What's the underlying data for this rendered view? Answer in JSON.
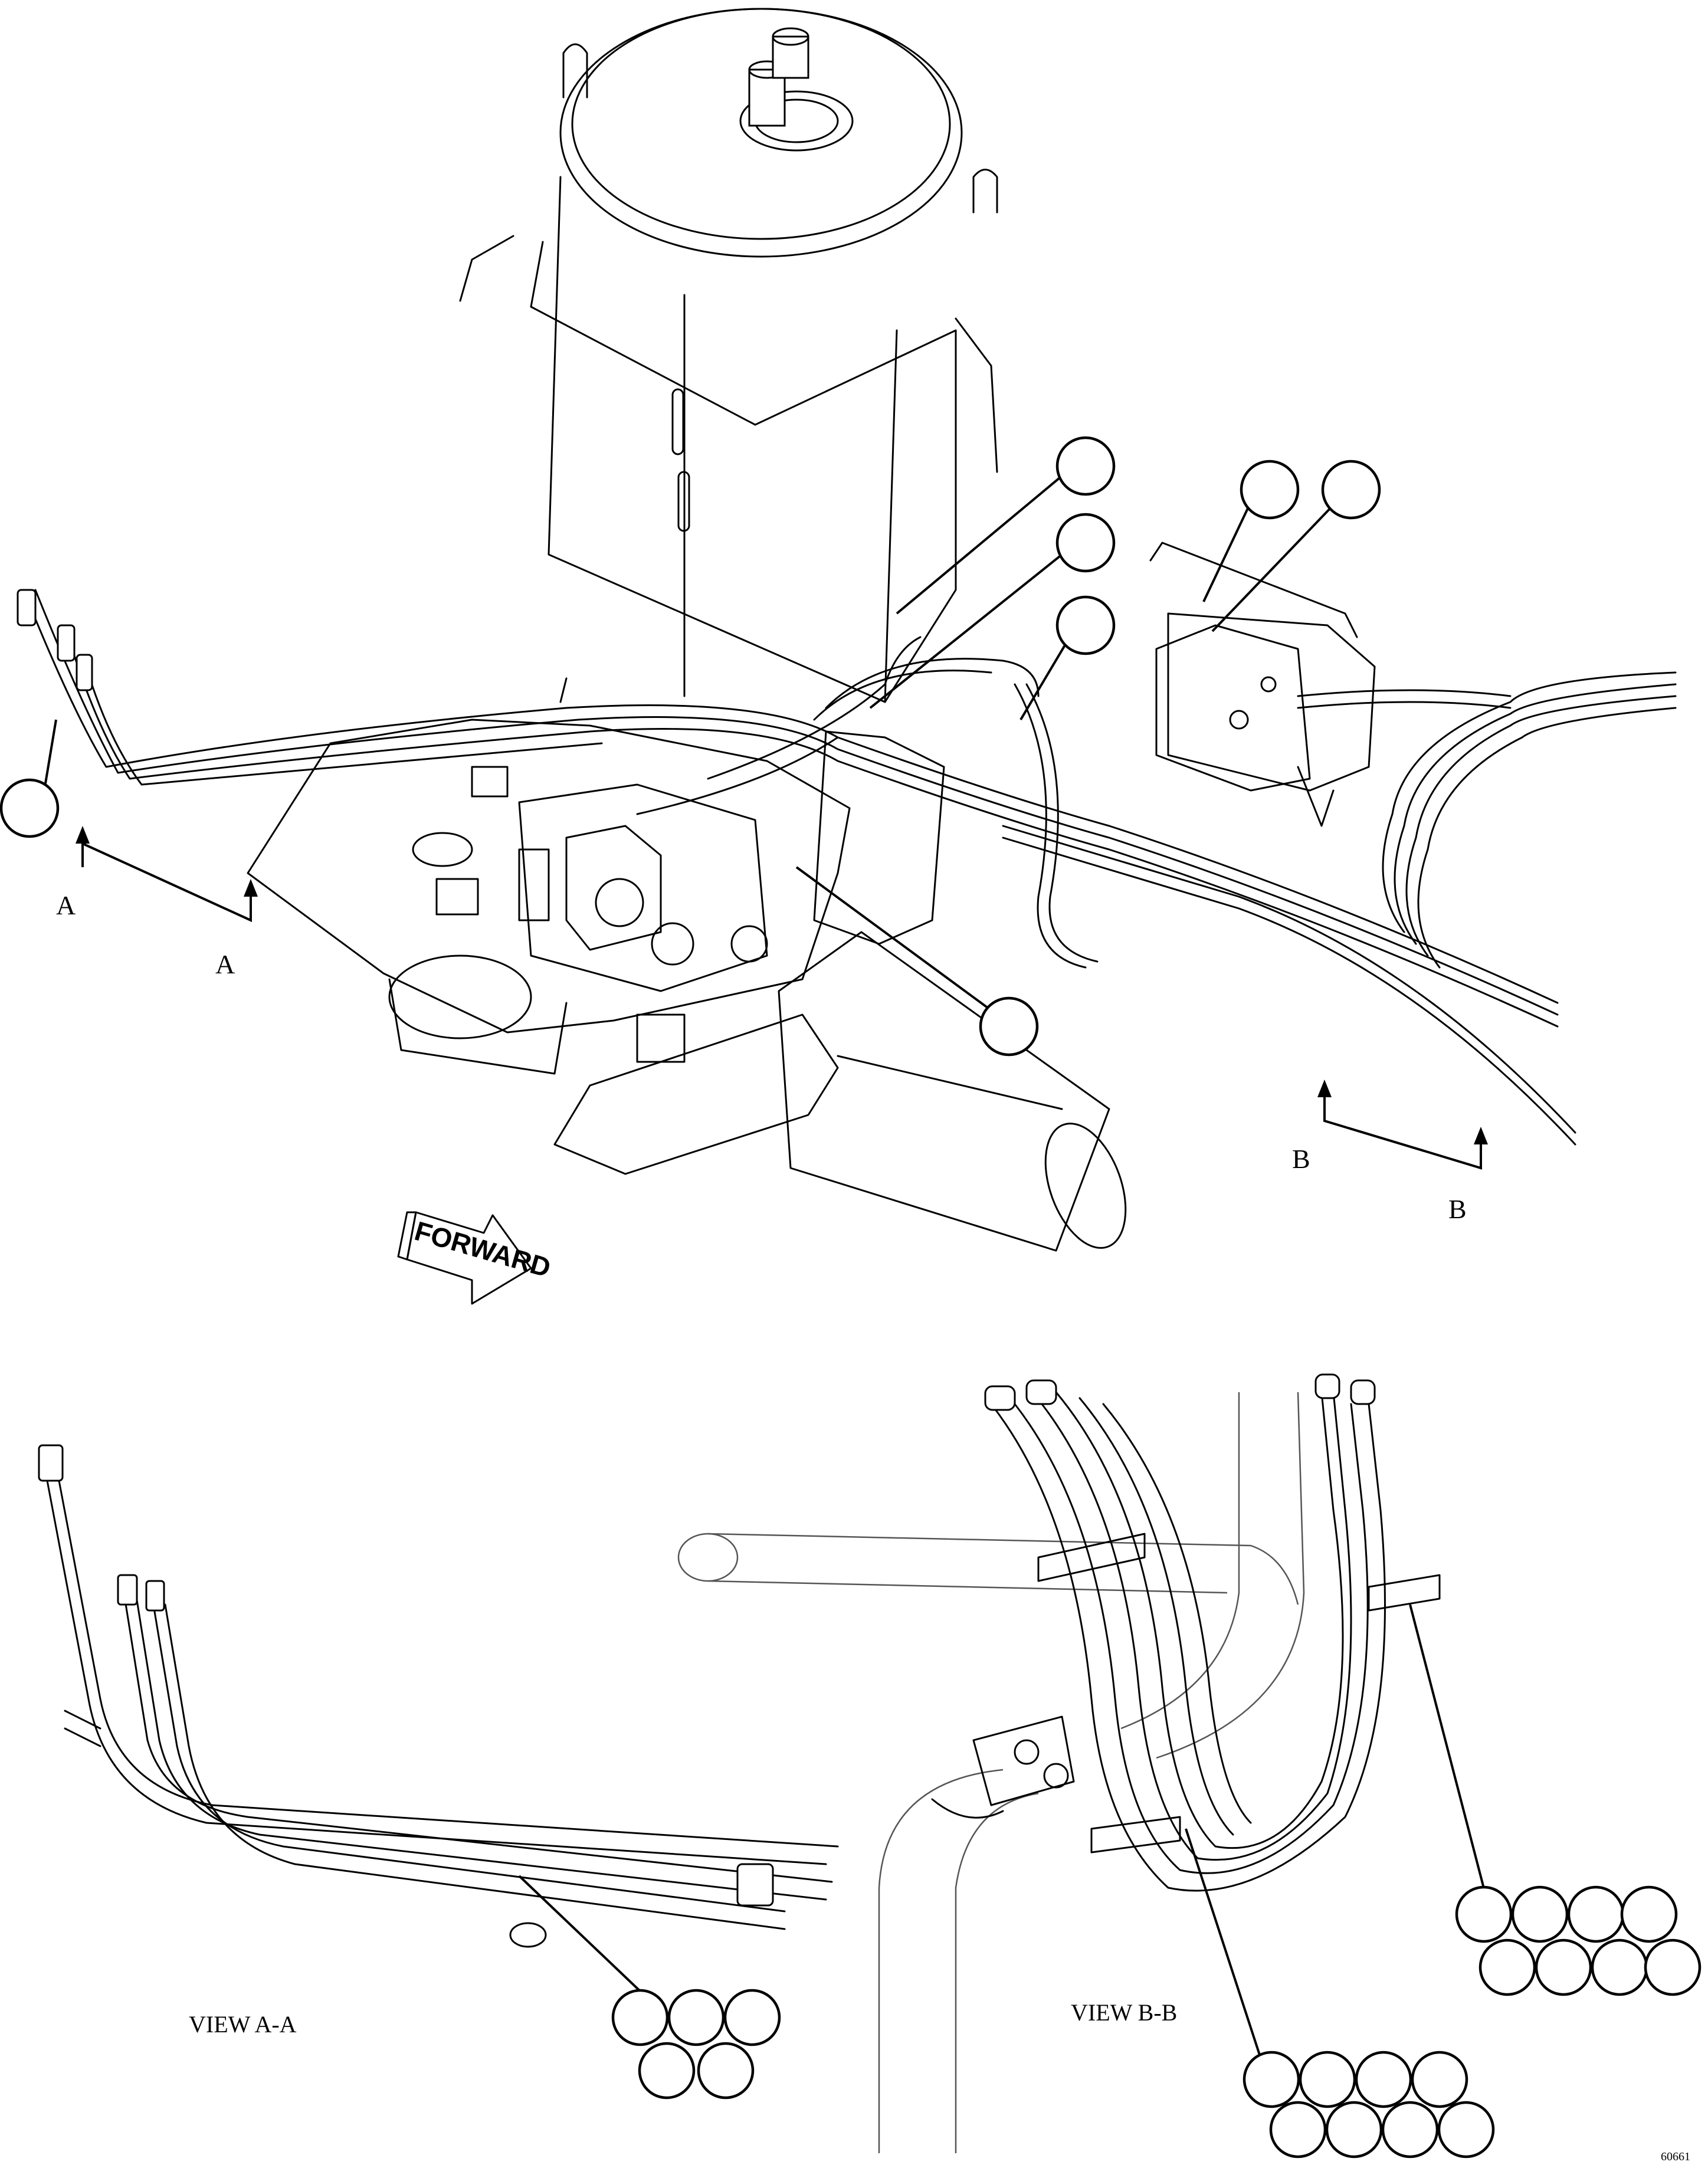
{
  "section_labels": {
    "a_tail": "A",
    "a_head": "A",
    "b_tail": "B",
    "b_head": "B"
  },
  "direction_arrow": {
    "label": "FORWARD"
  },
  "views": {
    "view_aa": "VIEW A-A",
    "view_bb": "VIEW B-B"
  },
  "figure_number": "60661",
  "callouts": {
    "main_view_count": 7,
    "view_aa_group_count": 5,
    "view_bb_left_group_count": 8,
    "view_bb_right_group_count": 8
  }
}
